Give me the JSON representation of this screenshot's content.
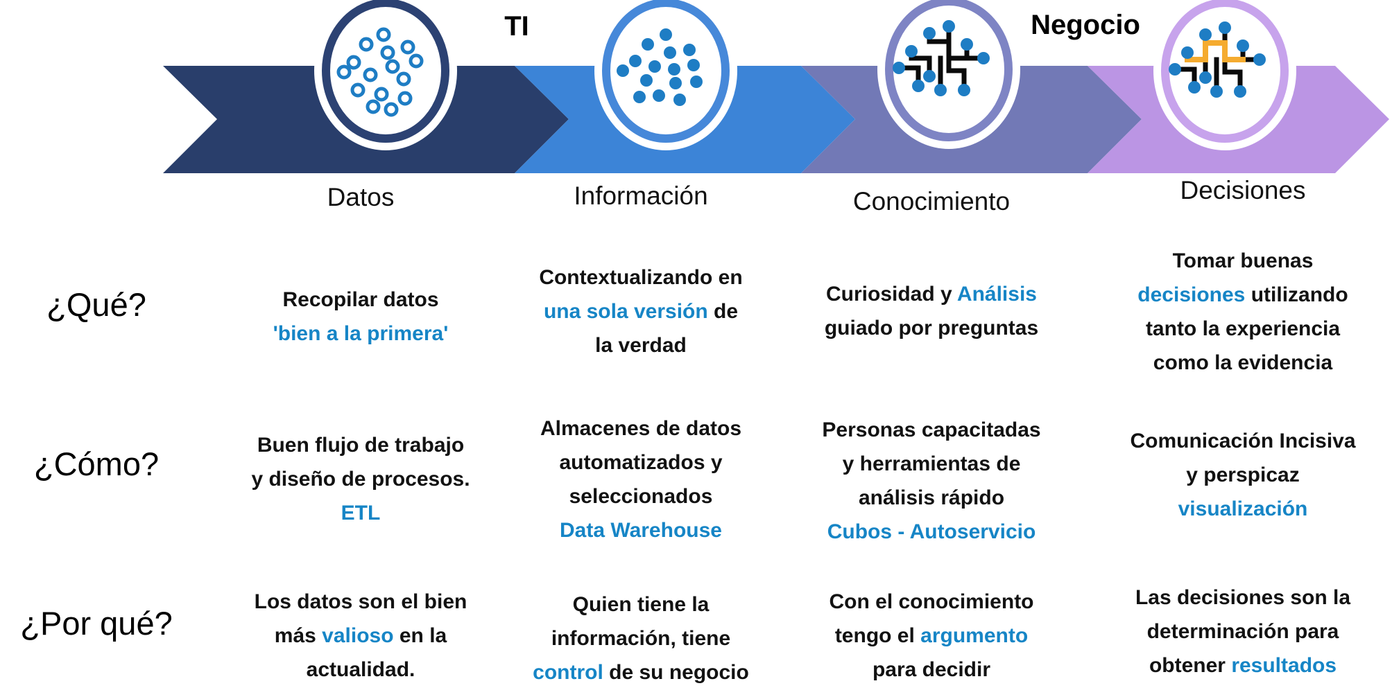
{
  "banner": {
    "ti_label": "TI",
    "negocio_label": "Negocio",
    "stages": [
      {
        "name": "Datos",
        "arrow_color": "#293e6b",
        "ring_color": "#2c4273",
        "icon": "scattered-hollow-dots-icon"
      },
      {
        "name": "Información",
        "arrow_color": "#3c84d7",
        "ring_color": "#4688d9",
        "icon": "scattered-dots-icon"
      },
      {
        "name": "Conocimiento",
        "arrow_color": "#7279b6",
        "ring_color": "#7e84c4",
        "icon": "network-tree-icon"
      },
      {
        "name": "Decisiones",
        "arrow_color": "#bb95e4",
        "ring_color": "#c7a3ec",
        "icon": "network-tree-highlighted-icon"
      }
    ]
  },
  "colors": {
    "accent_blue": "#1685c6",
    "node_blue": "#1e7dc4",
    "tree_black": "#0a0a0a",
    "highlight_orange": "#f5ab2f",
    "text_black": "#121212"
  },
  "rows": [
    {
      "label": "¿Qué?",
      "cells": [
        {
          "lines": [
            [
              {
                "t": "Recopilar datos"
              }
            ],
            [
              {
                "t": "'bien a la primera'",
                "blue": true
              }
            ]
          ]
        },
        {
          "lines": [
            [
              {
                "t": "Contextualizando en"
              }
            ],
            [
              {
                "t": "una sola versión",
                "blue": true
              },
              {
                "t": " de"
              }
            ],
            [
              {
                "t": "la verdad"
              }
            ]
          ]
        },
        {
          "lines": [
            [
              {
                "t": "Curiosidad y "
              },
              {
                "t": "Análisis",
                "blue": true
              }
            ],
            [
              {
                "t": "guiado por preguntas"
              }
            ]
          ]
        },
        {
          "lines": [
            [
              {
                "t": "Tomar buenas"
              }
            ],
            [
              {
                "t": "decisiones",
                "blue": true
              },
              {
                "t": " utilizando"
              }
            ],
            [
              {
                "t": "tanto la experiencia"
              }
            ],
            [
              {
                "t": "como la evidencia"
              }
            ]
          ]
        }
      ]
    },
    {
      "label": "¿Cómo?",
      "cells": [
        {
          "lines": [
            [
              {
                "t": "Buen flujo de trabajo"
              }
            ],
            [
              {
                "t": "y diseño de procesos."
              }
            ],
            [
              {
                "t": "ETL",
                "blue": true
              }
            ]
          ]
        },
        {
          "lines": [
            [
              {
                "t": "Almacenes de datos"
              }
            ],
            [
              {
                "t": "automatizados y"
              }
            ],
            [
              {
                "t": "seleccionados"
              }
            ],
            [
              {
                "t": "Data Warehouse",
                "blue": true
              }
            ]
          ]
        },
        {
          "lines": [
            [
              {
                "t": "Personas capacitadas"
              }
            ],
            [
              {
                "t": "y herramientas de"
              }
            ],
            [
              {
                "t": "análisis rápido"
              }
            ],
            [
              {
                "t": "Cubos - Autoservicio",
                "blue": true
              }
            ]
          ]
        },
        {
          "lines": [
            [
              {
                "t": "Comunicación Incisiva"
              }
            ],
            [
              {
                "t": "y perspicaz"
              }
            ],
            [
              {
                "t": "visualización",
                "blue": true
              }
            ]
          ]
        }
      ]
    },
    {
      "label": "¿Por qué?",
      "cells": [
        {
          "lines": [
            [
              {
                "t": "Los datos son el bien"
              }
            ],
            [
              {
                "t": "más "
              },
              {
                "t": "valioso",
                "blue": true
              },
              {
                "t": " en la"
              }
            ],
            [
              {
                "t": "actualidad."
              }
            ]
          ]
        },
        {
          "lines": [
            [
              {
                "t": "Quien tiene la"
              }
            ],
            [
              {
                "t": "información, tiene"
              }
            ],
            [
              {
                "t": "control",
                "blue": true
              },
              {
                "t": " de su negocio"
              }
            ]
          ]
        },
        {
          "lines": [
            [
              {
                "t": "Con el conocimiento"
              }
            ],
            [
              {
                "t": "tengo el "
              },
              {
                "t": "argumento",
                "blue": true
              }
            ],
            [
              {
                "t": "para decidir"
              }
            ]
          ]
        },
        {
          "lines": [
            [
              {
                "t": "Las decisiones son la"
              }
            ],
            [
              {
                "t": "determinación para"
              }
            ],
            [
              {
                "t": "obtener "
              },
              {
                "t": "resultados",
                "blue": true
              }
            ]
          ]
        }
      ]
    }
  ]
}
